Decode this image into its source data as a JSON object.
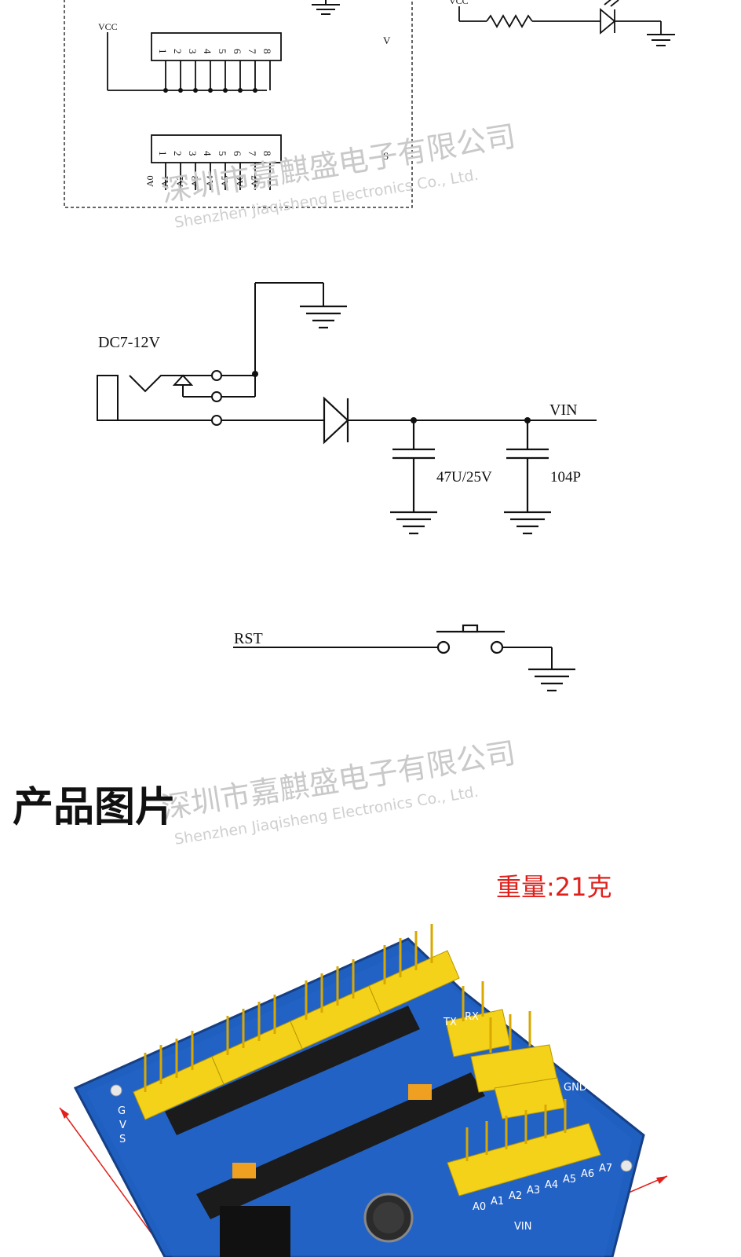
{
  "schematic_top": {
    "vcc_left": "VCC",
    "vcc_right": "VCC",
    "label_v": "V",
    "label_s": "S",
    "pins": [
      "1",
      "2",
      "3",
      "4",
      "5",
      "6",
      "7",
      "8"
    ],
    "analog_pins": [
      "A0",
      "A1",
      "A2",
      "A3",
      "A4",
      "A5",
      "A6",
      "A7"
    ]
  },
  "schematic_power": {
    "dc_label": "DC7-12V",
    "vin_label": "VIN",
    "cap1_label": "47U/25V",
    "cap2_label": "104P"
  },
  "schematic_reset": {
    "rst_label": "RST"
  },
  "watermark": {
    "cn": "深圳市嘉麒盛电子有限公司",
    "en": "Shenzhen Jiaqisheng Electronics Co., Ltd."
  },
  "section": {
    "title": "产品图片"
  },
  "product": {
    "weight": "重量:21克",
    "colors": {
      "board": "#1f5fbf",
      "header_yellow": "#f5d21a",
      "socket": "#1b1b1b"
    },
    "silk_labels": [
      "G",
      "V",
      "S",
      "A0",
      "A1",
      "A2",
      "A3",
      "A4",
      "A5",
      "A6",
      "A7",
      "VIN",
      "GND",
      "TX",
      "RX"
    ]
  }
}
